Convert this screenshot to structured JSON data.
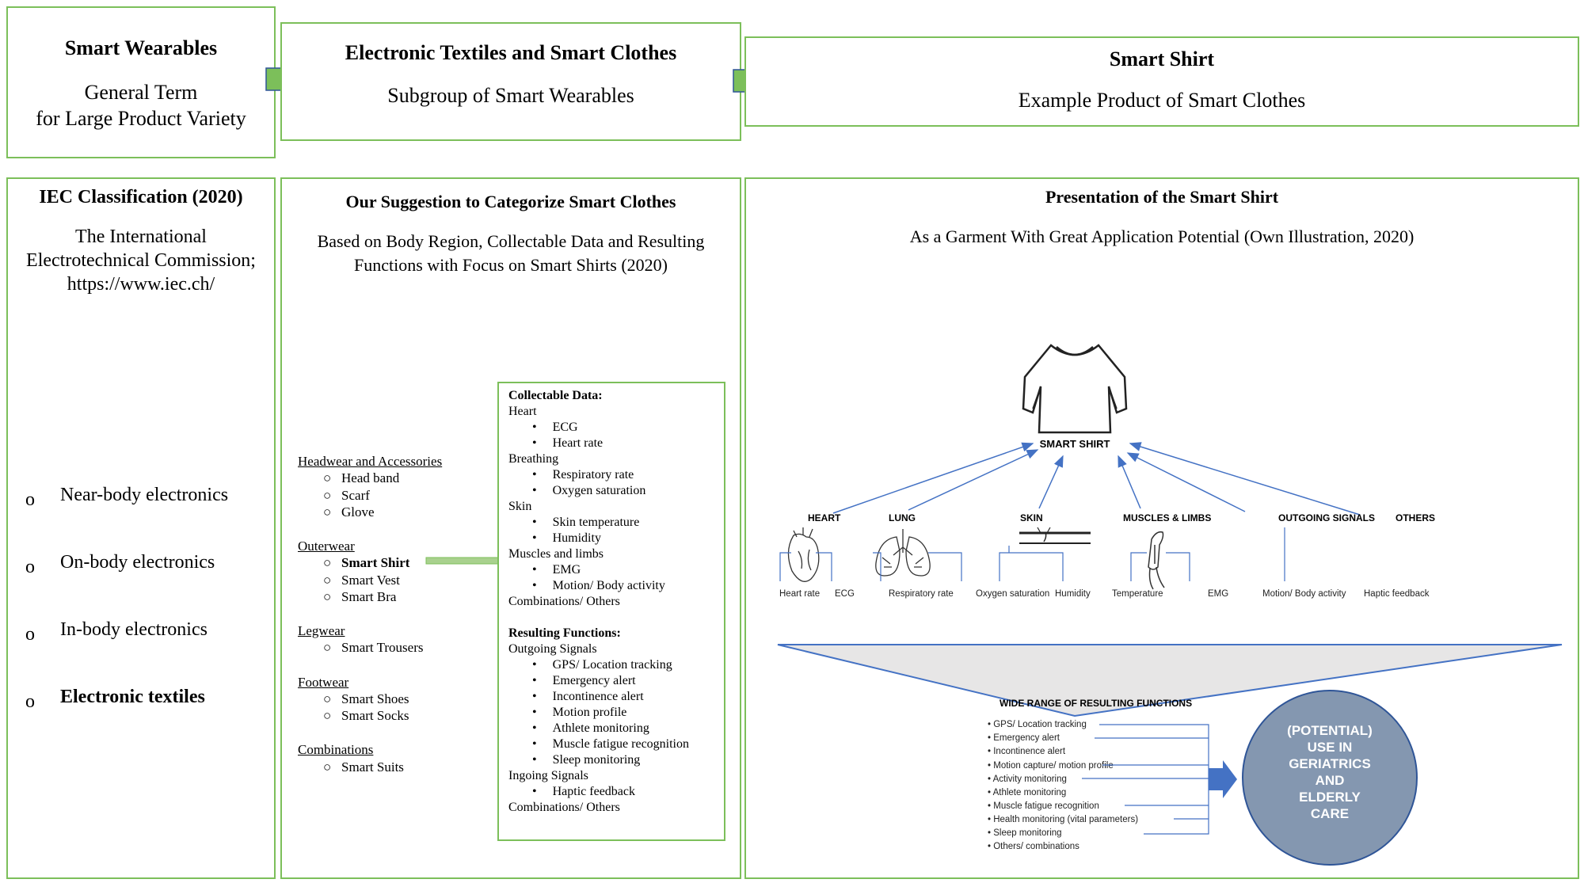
{
  "top": {
    "box1": {
      "title": "Smart Wearables",
      "line1": "General Term",
      "line2": "for Large Product Variety"
    },
    "box2": {
      "title": "Electronic Textiles and Smart Clothes",
      "subtitle": "Subgroup of Smart Wearables"
    },
    "box3": {
      "title": "Smart Shirt",
      "subtitle": "Example Product of Smart Clothes"
    }
  },
  "iec": {
    "title": "IEC Classification (2020)",
    "line1": "The International",
    "line2": "Electrotechnical Commission;",
    "line3": "https://www.iec.ch/",
    "items": [
      "Near-body electronics",
      "On-body electronics",
      "In-body electronics",
      "Electronic textiles"
    ],
    "bullet": "o"
  },
  "suggestion": {
    "title": "Our Suggestion to Categorize Smart Clothes",
    "line1": "Based on Body Region, Collectable Data and Resulting",
    "line2": "Functions with Focus on Smart Shirts (2020)",
    "categories": [
      {
        "name": "Headwear and Accessories",
        "items": [
          "Head band",
          "Scarf",
          "Glove"
        ]
      },
      {
        "name": "Outerwear",
        "items": [
          "Smart Shirt",
          "Smart Vest",
          "Smart Bra"
        ]
      },
      {
        "name": "Legwear",
        "items": [
          "Smart Trousers"
        ]
      },
      {
        "name": "Footwear",
        "items": [
          "Smart Shoes",
          "Smart Socks"
        ]
      },
      {
        "name": "Combinations",
        "items": [
          "Smart Suits"
        ]
      }
    ],
    "collectable_title": "Collectable Data:",
    "collectable": [
      {
        "group": "Heart",
        "items": [
          "ECG",
          "Heart rate"
        ]
      },
      {
        "group": "Breathing",
        "items": [
          "Respiratory rate",
          "Oxygen saturation"
        ]
      },
      {
        "group": "Skin",
        "items": [
          "Skin temperature",
          "Humidity"
        ]
      },
      {
        "group": "Muscles and limbs",
        "items": [
          "EMG",
          "Motion/ Body activity"
        ]
      }
    ],
    "collectable_end": "Combinations/ Others",
    "functions_title": "Resulting Functions:",
    "functions": [
      {
        "group": "Outgoing Signals",
        "items": [
          "GPS/ Location tracking",
          "Emergency alert",
          "Incontinence alert",
          "Motion profile",
          "Athlete monitoring",
          "Muscle fatigue recognition",
          "Sleep monitoring"
        ]
      },
      {
        "group": "Ingoing Signals",
        "items": [
          "Haptic feedback"
        ]
      }
    ],
    "functions_end": "Combinations/ Others"
  },
  "presentation": {
    "title": "Presentation of the Smart Shirt",
    "subtitle": "As a Garment With Great Application Potential (Own Illustration, 2020)",
    "center_label": "SMART SHIRT",
    "categories": [
      {
        "name": "HEART",
        "subs": [
          "Heart rate",
          "ECG"
        ]
      },
      {
        "name": "LUNG",
        "subs": [
          "Respiratory rate",
          "Oxygen saturation"
        ]
      },
      {
        "name": "SKIN",
        "subs": [
          "Humidity",
          "Temperature"
        ]
      },
      {
        "name": "MUSCLES & LIMBS",
        "subs": [
          "EMG",
          "Motion/ Body activity"
        ]
      },
      {
        "name": "OUTGOING SIGNALS",
        "subs": [
          "Haptic feedback"
        ]
      },
      {
        "name": "OTHERS",
        "subs": []
      }
    ],
    "functions_title": "WIDE RANGE OF RESULTING FUNCTIONS",
    "functions": [
      "GPS/ Location tracking",
      "Emergency alert",
      "Incontinence alert",
      "Motion capture/ motion profile",
      "Activity monitoring",
      "Athlete monitoring",
      "Muscle fatigue recognition",
      "Health monitoring (vital parameters)",
      "Sleep monitoring",
      "Others/ combinations"
    ],
    "circle_lines": [
      "(POTENTIAL)",
      "USE IN",
      "GERIATRICS",
      "AND",
      "ELDERLY",
      "CARE"
    ],
    "colors": {
      "accent": "#7cbf5a",
      "arrow": "#4472c4",
      "circle": "#8497b0"
    }
  }
}
